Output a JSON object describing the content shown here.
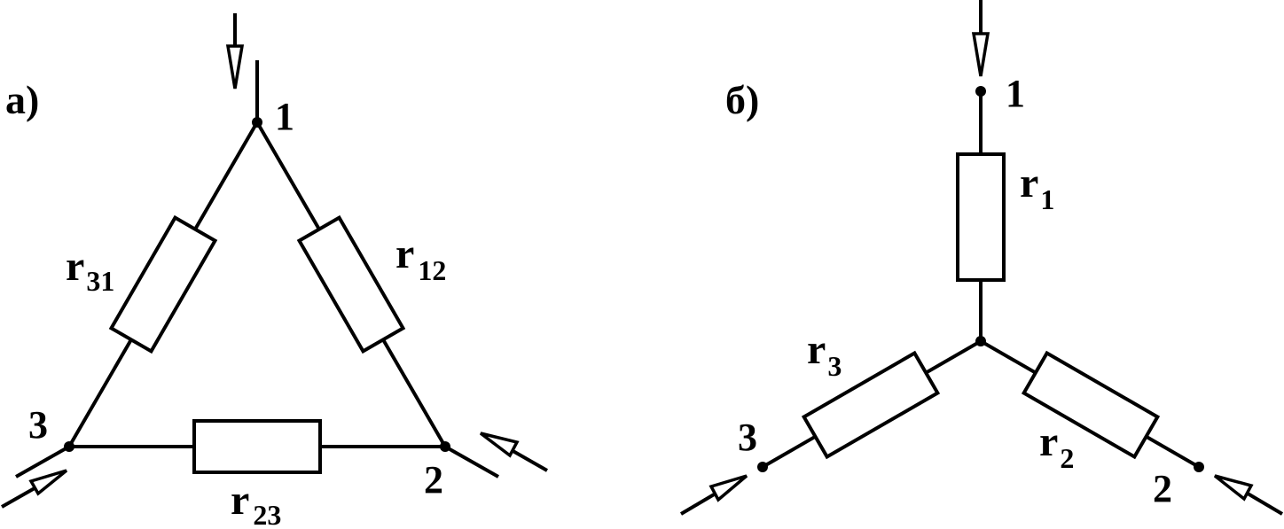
{
  "delta": {
    "label": "а)",
    "nodes": {
      "n1": "1",
      "n2": "2",
      "n3": "3"
    },
    "resistors": {
      "r31": {
        "letter": "r",
        "sub": "31"
      },
      "r12": {
        "letter": "r",
        "sub": "12"
      },
      "r23": {
        "letter": "r",
        "sub": "23"
      }
    }
  },
  "star": {
    "label": "б)",
    "nodes": {
      "n1": "1",
      "n2": "2",
      "n3": "3"
    },
    "resistors": {
      "r1": {
        "letter": "r",
        "sub": "1"
      },
      "r2": {
        "letter": "r",
        "sub": "2"
      },
      "r3": {
        "letter": "r",
        "sub": "3"
      }
    }
  }
}
